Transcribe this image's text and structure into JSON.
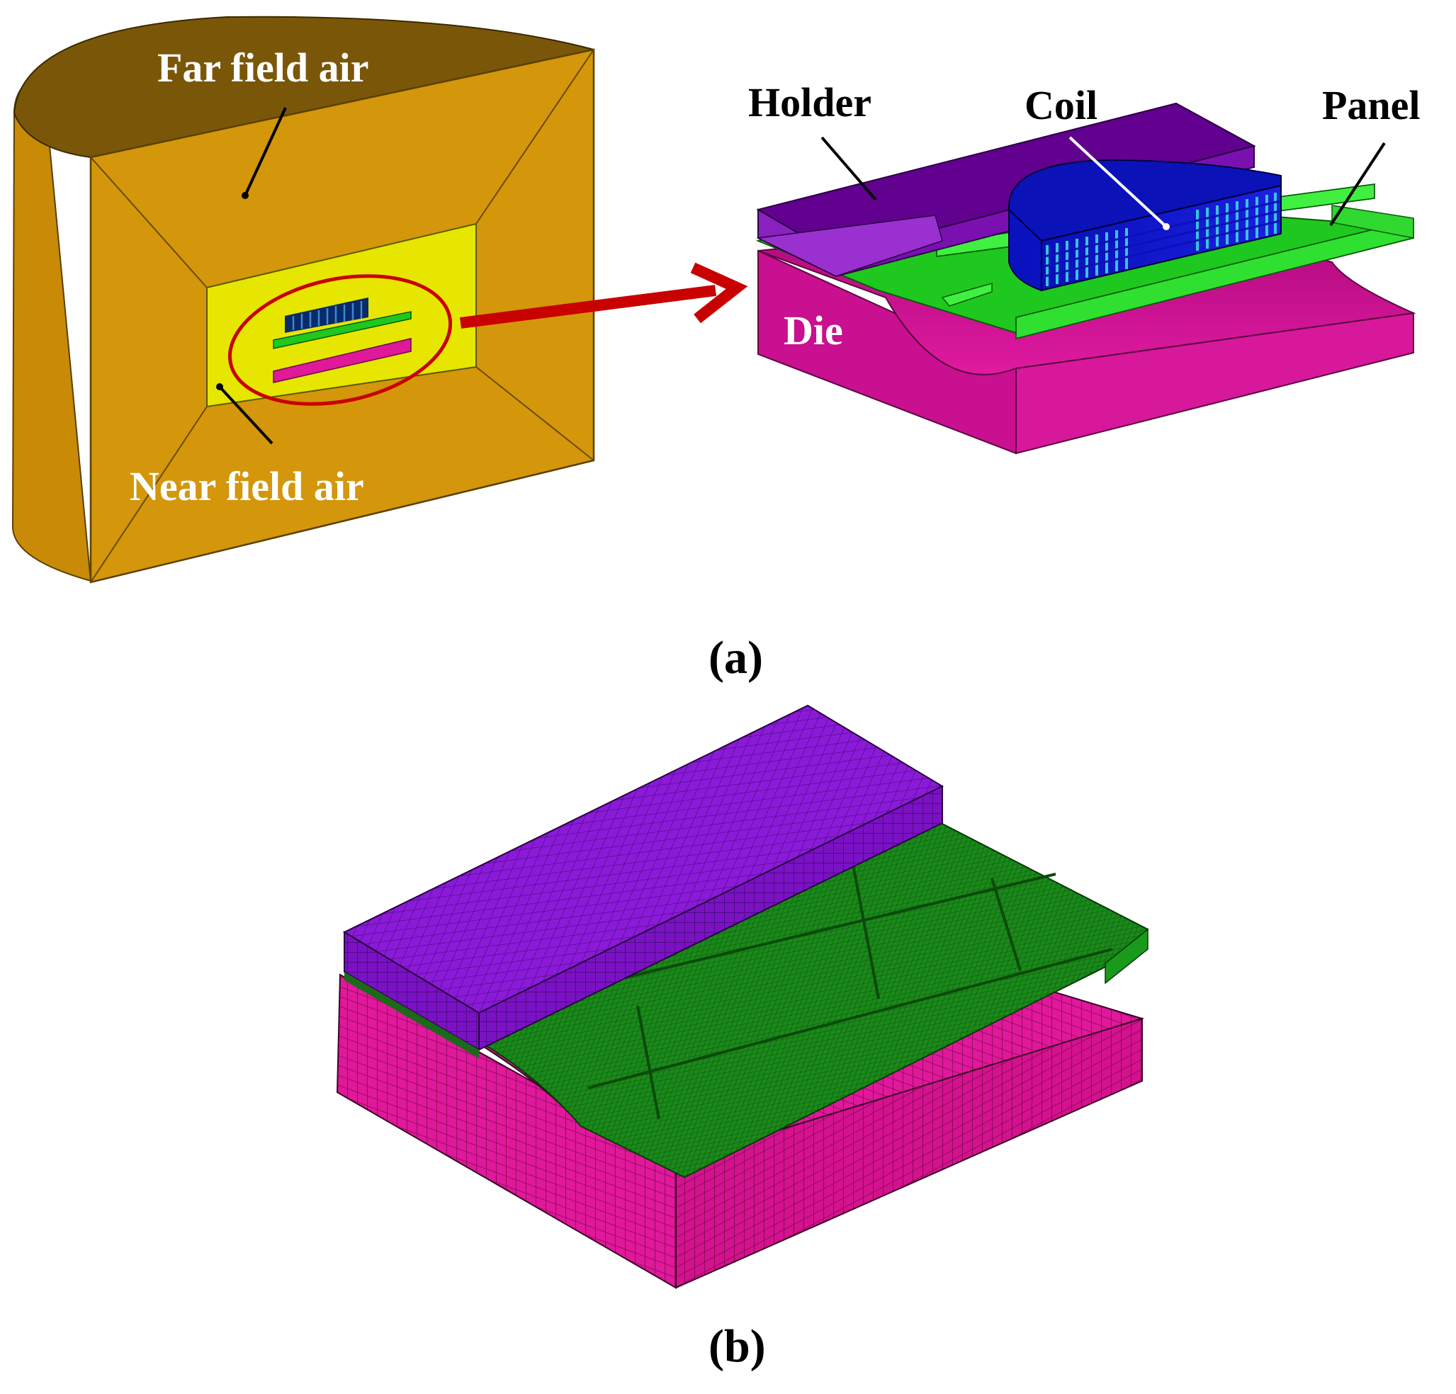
{
  "figure": {
    "panel_a": {
      "caption": "(a)",
      "labels": {
        "far_field_air": "Far field air",
        "near_field_air": "Near field air",
        "holder": "Holder",
        "coil": "Coil",
        "panel": "Panel",
        "die": "Die"
      }
    },
    "panel_b": {
      "caption": "(b)"
    }
  },
  "colors": {
    "air_outer": "#d4960a",
    "air_top": "#7a5708",
    "near_air": "#e6e600",
    "holder": "#7a0aa0",
    "coil": "#0a10c8",
    "coil_turns": "#36c4e0",
    "panel": "#1ee61e",
    "die": "#d0108a",
    "arrow": "#c80000",
    "mesh_holder": "#8a1ad8",
    "mesh_panel": "#1a8a1a",
    "mesh_die": "#e0189a"
  }
}
